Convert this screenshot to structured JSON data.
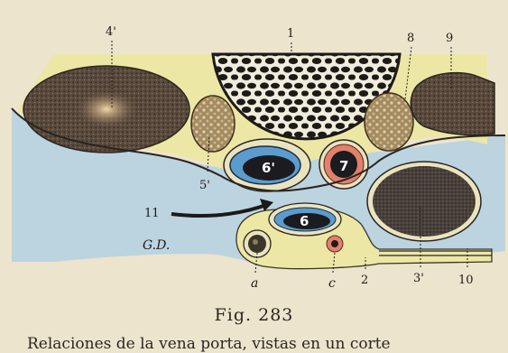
{
  "figure": {
    "labels": {
      "l1": "1",
      "l4p": "4'",
      "l8": "8",
      "l9": "9",
      "l5p": "5'",
      "l6a": "6'",
      "l7": "7",
      "l11": "11",
      "lgd": "G.D.",
      "l6b": "6",
      "l3p": "3'",
      "la": "a",
      "lc": "c",
      "l2": "2",
      "l10": "10"
    },
    "caption": "Fig. 283",
    "body_text_fragment": "Relaciones de la vena porta, vistas en un corte"
  },
  "colors": {
    "peritoneum_blue": "#bcd3e0",
    "fat_yellow": "#ece7a4",
    "organ_dark": "#4b3d33",
    "vein_blue": "#5b9ccf",
    "artery_red": "#e0806d",
    "paper": "#ede4cd"
  }
}
